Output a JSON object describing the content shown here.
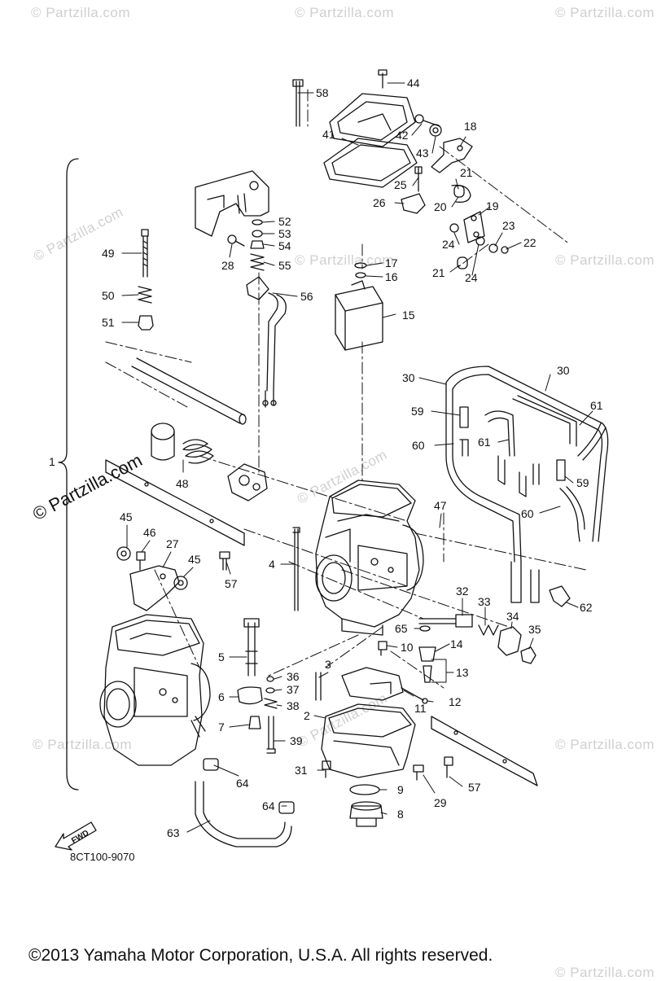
{
  "diagram": {
    "watermark": "© Partzilla.com",
    "watermark_main": "© Partzilla.com",
    "catalog_code": "8CT100-9070",
    "fwd_label": "FWD",
    "copyright": "©2013  Yamaha Motor Corporation, U.S.A. All rights reserved.",
    "callouts": [
      {
        "id": "c1",
        "text": "1"
      },
      {
        "id": "c2",
        "text": "2"
      },
      {
        "id": "c3",
        "text": "3"
      },
      {
        "id": "c4",
        "text": "4"
      },
      {
        "id": "c5",
        "text": "5"
      },
      {
        "id": "c6",
        "text": "6"
      },
      {
        "id": "c7",
        "text": "7"
      },
      {
        "id": "c8",
        "text": "8"
      },
      {
        "id": "c9",
        "text": "9"
      },
      {
        "id": "c10",
        "text": "10"
      },
      {
        "id": "c11",
        "text": "11"
      },
      {
        "id": "c12",
        "text": "12"
      },
      {
        "id": "c13",
        "text": "13"
      },
      {
        "id": "c14",
        "text": "14"
      },
      {
        "id": "c15",
        "text": "15"
      },
      {
        "id": "c16",
        "text": "16"
      },
      {
        "id": "c17",
        "text": "17"
      },
      {
        "id": "c18",
        "text": "18"
      },
      {
        "id": "c19",
        "text": "19"
      },
      {
        "id": "c20",
        "text": "20"
      },
      {
        "id": "c21a",
        "text": "21"
      },
      {
        "id": "c21b",
        "text": "21"
      },
      {
        "id": "c22",
        "text": "22"
      },
      {
        "id": "c23",
        "text": "23"
      },
      {
        "id": "c24a",
        "text": "24"
      },
      {
        "id": "c24b",
        "text": "24"
      },
      {
        "id": "c25",
        "text": "25"
      },
      {
        "id": "c26",
        "text": "26"
      },
      {
        "id": "c27",
        "text": "27"
      },
      {
        "id": "c28",
        "text": "28"
      },
      {
        "id": "c29",
        "text": "29"
      },
      {
        "id": "c30a",
        "text": "30"
      },
      {
        "id": "c30b",
        "text": "30"
      },
      {
        "id": "c31",
        "text": "31"
      },
      {
        "id": "c32",
        "text": "32"
      },
      {
        "id": "c33",
        "text": "33"
      },
      {
        "id": "c34",
        "text": "34"
      },
      {
        "id": "c35",
        "text": "35"
      },
      {
        "id": "c36",
        "text": "36"
      },
      {
        "id": "c37",
        "text": "37"
      },
      {
        "id": "c38",
        "text": "38"
      },
      {
        "id": "c39",
        "text": "39"
      },
      {
        "id": "c41",
        "text": "41"
      },
      {
        "id": "c42",
        "text": "42"
      },
      {
        "id": "c43",
        "text": "43"
      },
      {
        "id": "c44",
        "text": "44"
      },
      {
        "id": "c45a",
        "text": "45"
      },
      {
        "id": "c45b",
        "text": "45"
      },
      {
        "id": "c46",
        "text": "46"
      },
      {
        "id": "c47",
        "text": "47"
      },
      {
        "id": "c48",
        "text": "48"
      },
      {
        "id": "c49",
        "text": "49"
      },
      {
        "id": "c50",
        "text": "50"
      },
      {
        "id": "c51",
        "text": "51"
      },
      {
        "id": "c52",
        "text": "52"
      },
      {
        "id": "c53",
        "text": "53"
      },
      {
        "id": "c54",
        "text": "54"
      },
      {
        "id": "c55",
        "text": "55"
      },
      {
        "id": "c56",
        "text": "56"
      },
      {
        "id": "c57a",
        "text": "57"
      },
      {
        "id": "c57b",
        "text": "57"
      },
      {
        "id": "c58",
        "text": "58"
      },
      {
        "id": "c59a",
        "text": "59"
      },
      {
        "id": "c59b",
        "text": "59"
      },
      {
        "id": "c60a",
        "text": "60"
      },
      {
        "id": "c60b",
        "text": "60"
      },
      {
        "id": "c61a",
        "text": "61"
      },
      {
        "id": "c61b",
        "text": "61"
      },
      {
        "id": "c62",
        "text": "62"
      },
      {
        "id": "c63",
        "text": "63"
      },
      {
        "id": "c64a",
        "text": "64"
      },
      {
        "id": "c64b",
        "text": "64"
      },
      {
        "id": "c65",
        "text": "65"
      }
    ]
  }
}
